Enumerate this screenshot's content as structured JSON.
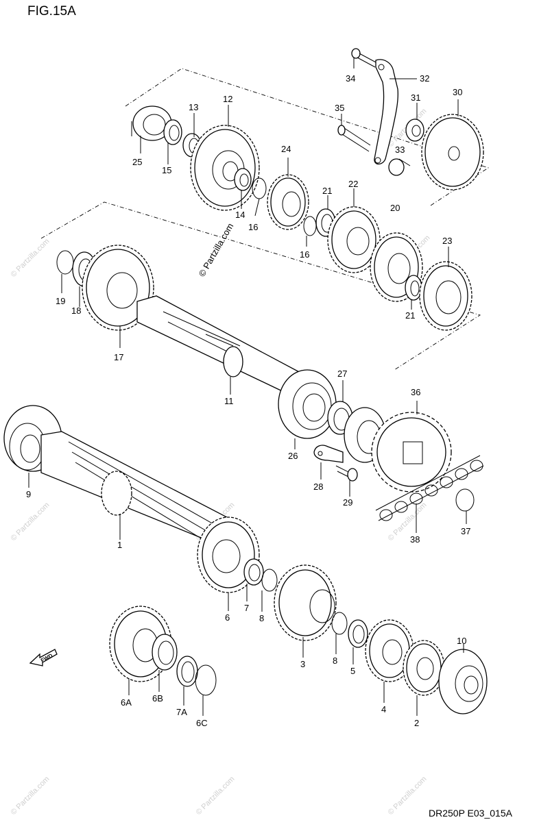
{
  "figure": {
    "title": "FIG.15A",
    "footer_code": "DR250P E03_015A",
    "watermark_text": "© Partzilla.com",
    "fwd_label": "FWD"
  },
  "callouts": [
    "1",
    "2",
    "3",
    "4",
    "5",
    "6",
    "6A",
    "6B",
    "6C",
    "7",
    "7A",
    "8",
    "9",
    "10",
    "11",
    "12",
    "13",
    "14",
    "15",
    "16",
    "17",
    "18",
    "19",
    "20",
    "21",
    "22",
    "23",
    "24",
    "25",
    "26",
    "27",
    "28",
    "29",
    "30",
    "31",
    "32",
    "33",
    "34",
    "35",
    "36",
    "37",
    "38"
  ],
  "colors": {
    "line": "#000000",
    "background": "#ffffff",
    "watermark": "#cfcfcf"
  }
}
